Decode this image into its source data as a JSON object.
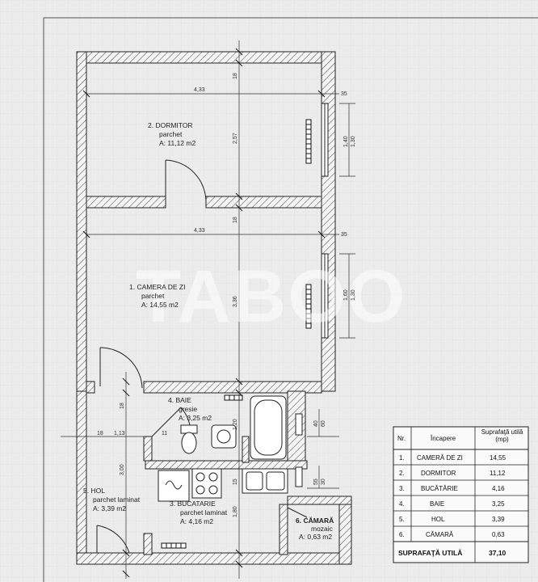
{
  "watermark": "TABOO",
  "rooms": [
    {
      "name": "2. DORMITOR",
      "floor": "parchet",
      "area": "A: 11,12 m2"
    },
    {
      "name": "1. CAMERA DE ZI",
      "floor": "parchet",
      "area": "A: 14,55 m2"
    },
    {
      "name": "4. BAIE",
      "floor": "gresie",
      "area": "A: 3,25 m2"
    },
    {
      "name": "5. HOL",
      "floor": "parchet laminat",
      "area": "A: 3,39 m2"
    },
    {
      "name": "3. BUCATARIE",
      "floor": "parchet laminat",
      "area": "A: 4,16 m2"
    },
    {
      "name": "6. CĂMARĂ",
      "floor": "mozaic",
      "area": "A: 0,63 m2"
    }
  ],
  "dimensions": {
    "width_top": "4,33",
    "width_mid": "4,33",
    "h_dormitor": "2,57",
    "h_camera": "3,36",
    "h_hol": "3,00",
    "wall_top": "18",
    "wall_mid": "18",
    "wall_baie": "18",
    "hol_left": "18",
    "hol_width": "1,13",
    "baie_wall": "11",
    "ext_right_1": "35",
    "ext_right_2": "35",
    "win1_a": "1,40",
    "win1_b": "1,30",
    "win2_a": "1,60",
    "win2_b": "1,30",
    "baie_w_a": "40",
    "baie_w_b": "60",
    "buc_w_a": "55",
    "buc_w_b": "30",
    "baie_h": "1,20",
    "buc_gap": "15",
    "buc_h": "1,80"
  },
  "table": {
    "headers": [
      "Nr.",
      "Încapere",
      "Suprafaţă utilă (mp)"
    ],
    "rows": [
      [
        "1.",
        "CAMERĂ DE ZI",
        "14,55"
      ],
      [
        "2.",
        "DORMITOR",
        "11,12"
      ],
      [
        "3.",
        "BUCĂTĂRIE",
        "4,16"
      ],
      [
        "4.",
        "BAIE",
        "3,25"
      ],
      [
        "5.",
        "HOL",
        "3,39"
      ],
      [
        "6.",
        "CĂMARĂ",
        "0,63"
      ]
    ],
    "total_label": "SUPRAFAŢĂ UTILĂ",
    "total_value": "37,10"
  }
}
